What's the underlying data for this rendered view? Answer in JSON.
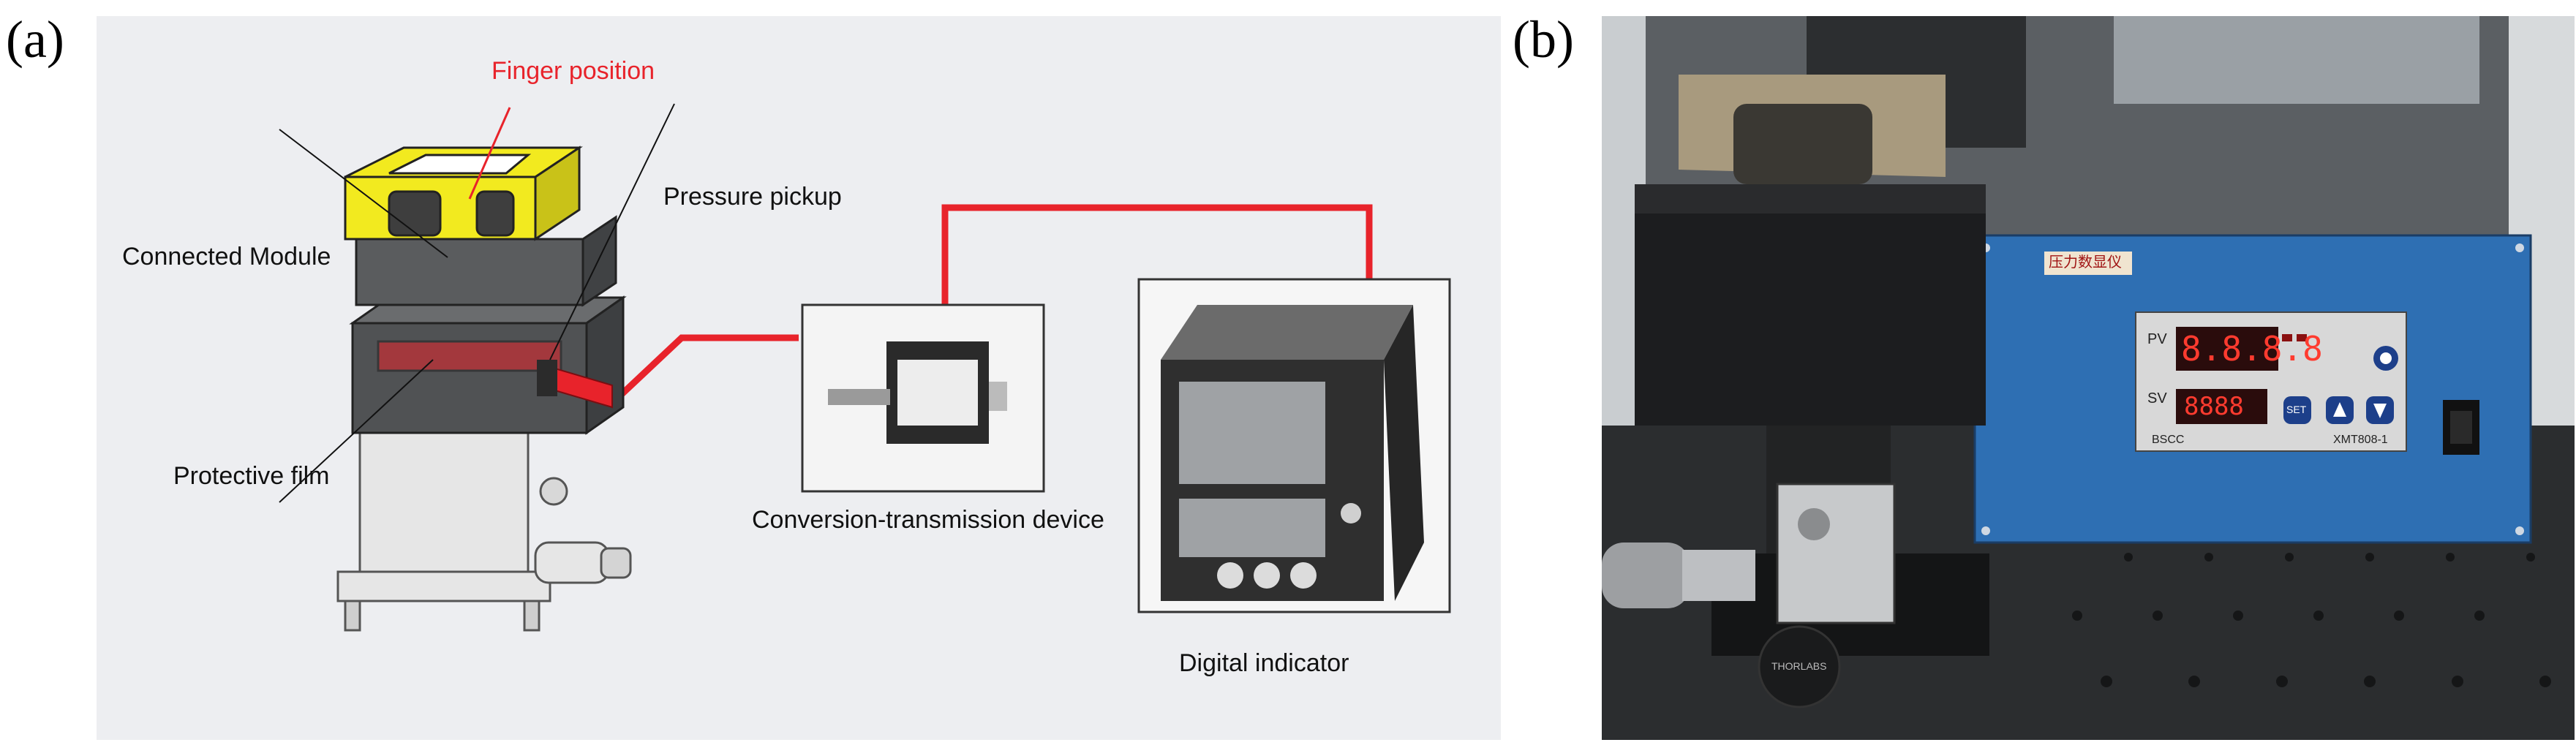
{
  "panel_a": {
    "tag": "(a)",
    "labels": {
      "finger_position": "Finger position",
      "pressure_pickup": "Pressure pickup",
      "connected_module": "Connected Module",
      "protective_film": "Protective film",
      "conversion_device": "Conversion-transmission device",
      "digital_indicator": "Digital indicator"
    }
  },
  "panel_b": {
    "tag": "(b)",
    "plate_label": "压力数显仪",
    "display_pv": "PV",
    "display_sv": "SV",
    "pv_digits": "8.8.8.8",
    "sv_digits": "8888",
    "set_button": "SET",
    "brand": "BSCC",
    "model": "XMT808-1",
    "stage_brand": "THORLABS"
  },
  "colors": {
    "cable": "#e8232b",
    "module_yellow": "#f2ea1f",
    "box_blue": "#2e6fb3",
    "display_red": "#ff3b2f"
  }
}
